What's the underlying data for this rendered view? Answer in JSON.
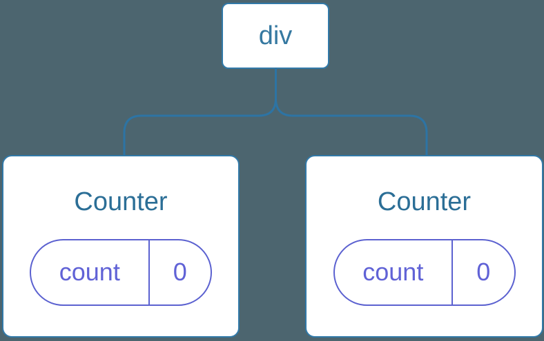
{
  "diagram": {
    "root": {
      "label": "div"
    },
    "children": [
      {
        "label": "Counter",
        "state": {
          "key": "count",
          "value": "0"
        }
      },
      {
        "label": "Counter",
        "state": {
          "key": "count",
          "value": "0"
        }
      }
    ]
  },
  "colors": {
    "background": "#4c656f",
    "node_bg": "#ffffff",
    "node_border": "#3179a8",
    "connector": "#2d74a4",
    "root_label": "#3679a1",
    "child_label": "#2b6e96",
    "state_border": "#5b61d0",
    "state_text": "#6062d6"
  }
}
